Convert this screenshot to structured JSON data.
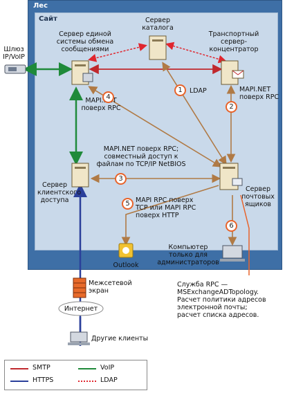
{
  "forest": "Лес",
  "site": "Сайт",
  "nodes": {
    "gateway": "Шлюз\nIP/VoIP",
    "um": "Сервер единой\nсистемы обмена\nсообщениями",
    "gc": "Сервер\nкаталога",
    "hub": "Транспортный\nсервер-\nконцентратор",
    "cas": "Сервер\nклиентского\nдоступа",
    "mbx": "Сервер\nпочтовых\nящиков",
    "outlook": "Outlook",
    "admin": "Компьютер\nтолько для\nадминистраторов",
    "firewall": "Межсетевой\nэкран",
    "internet": "Интернет",
    "others": "Другие клиенты"
  },
  "badges": [
    "1",
    "2",
    "3",
    "4",
    "5",
    "6"
  ],
  "edge_labels": {
    "e1": "LDAP",
    "e2": "MAPI.NET\nповерх RPC",
    "e4": "MAPI.NET\nповерх RPC",
    "e3": "MAPI.NET поверх RPC;\nсовместный доступ к\nфайлам по TCP/IP NetBIOS",
    "e5": "MAPI RPC поверх\nTCP или MAPI RPC\nповерх HTTP",
    "e6": "Служба RPC —\nMSExchangeADTopology.\nРасчет политики адресов\nэлектронной почты;\nрасчет списка адресов."
  },
  "legend": [
    {
      "label": "SMTP",
      "color": "#c0282d",
      "style": "solid"
    },
    {
      "label": "VoIP",
      "color": "#1f8a3a",
      "style": "solid"
    },
    {
      "label": "HTTPS",
      "color": "#2a3f9a",
      "style": "solid"
    },
    {
      "label": "LDAP",
      "color": "#e0262e",
      "style": "dotted"
    }
  ],
  "colors": {
    "mapi": "#b07a45",
    "badge": "#e8632a",
    "forest": "#3e6fa6",
    "site": "#c9d9ea"
  }
}
